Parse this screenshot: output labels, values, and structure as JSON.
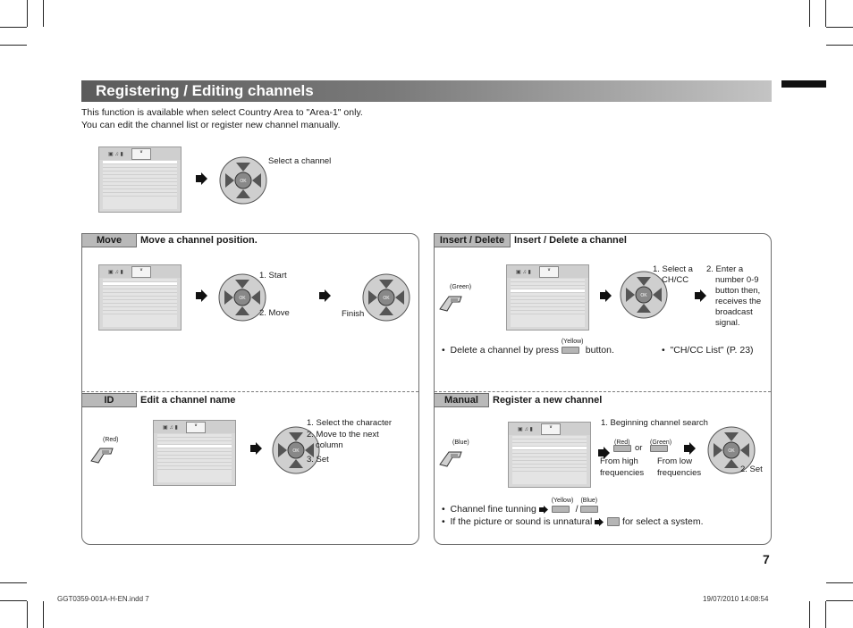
{
  "header": {
    "title": "Registering / Editing channels"
  },
  "intro": {
    "line1": "This function is available when select Country Area to \"Area-1\" only.",
    "line2": "You can edit the channel list or register new channel manually."
  },
  "top_step": {
    "select_label": "Select a channel"
  },
  "move": {
    "tag": "Move",
    "desc": "Move a channel position.",
    "start_label": "1. Start",
    "move_label": "2. Move",
    "finish_label": "Finish"
  },
  "id": {
    "tag": "ID",
    "desc": "Edit a channel name",
    "remote_label": "(Red)",
    "step1": "1. Select the character",
    "step2a": "2. Move to the next",
    "step2b": "column",
    "step3": "3. Set"
  },
  "insert": {
    "tag": "Insert / Delete",
    "desc": "Insert / Delete a channel",
    "remote_label": "(Green)",
    "step1a": "1. Select a",
    "step1b": "CH/CC",
    "step2a": "2. Enter a",
    "step2b": "number 0-9",
    "step2c": "button then,",
    "step2d": "receives the",
    "step2e": "broadcast",
    "step2f": "signal.",
    "delete_pre": "Delete a channel by press",
    "delete_btn": "(Yellow)",
    "delete_post": "button.",
    "chlist": "\"CH/CC List\" (P. 23)"
  },
  "manual": {
    "tag": "Manual",
    "desc": "Register a new channel",
    "remote_label": "(Blue)",
    "search_label": "1. Beginning channel search",
    "red_label": "(Red)",
    "green_label": "(Green)",
    "or_label": "or",
    "high_a": "From high",
    "high_b": "frequencies",
    "low_a": "From low",
    "low_b": "frequencies",
    "set_label": "2. Set",
    "fine_pre": "Channel fine tunning",
    "fine_yellow": "(Yellow)",
    "fine_sep": "/",
    "fine_blue": "(Blue)",
    "unnatural_pre": "If the picture or sound is unnatural",
    "unnatural_post": "for select a system."
  },
  "page": {
    "number": "7"
  },
  "footer": {
    "left": "GGT0359-001A-H-EN.indd   7",
    "right": "19/07/2010   14:08:54"
  }
}
